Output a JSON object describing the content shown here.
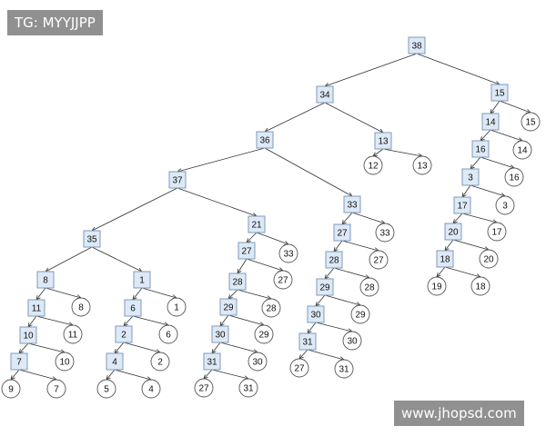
{
  "watermarks": {
    "top": "TG: MYYJJPP",
    "bottom": "www.jhopsd.com"
  },
  "colors": {
    "square_fill": "#dde9f6",
    "square_stroke": "#7f9bbb",
    "circle_fill": "#ffffff",
    "circle_stroke": "#555555",
    "edge": "#333333"
  },
  "tree": {
    "nodes": [
      {
        "id": "n38",
        "label": "38",
        "kind": "square"
      },
      {
        "id": "n34",
        "label": "34",
        "kind": "square"
      },
      {
        "id": "n15a",
        "label": "15",
        "kind": "square"
      },
      {
        "id": "n36",
        "label": "36",
        "kind": "square"
      },
      {
        "id": "n13a",
        "label": "13",
        "kind": "square"
      },
      {
        "id": "c12",
        "label": "12",
        "kind": "circle"
      },
      {
        "id": "c13",
        "label": "13",
        "kind": "circle"
      },
      {
        "id": "n37",
        "label": "37",
        "kind": "square"
      },
      {
        "id": "n33a",
        "label": "33",
        "kind": "square"
      },
      {
        "id": "n35",
        "label": "35",
        "kind": "square"
      },
      {
        "id": "n21",
        "label": "21",
        "kind": "square"
      },
      {
        "id": "c33a",
        "label": "33",
        "kind": "circle"
      },
      {
        "id": "n27a",
        "label": "27",
        "kind": "square"
      },
      {
        "id": "c27a",
        "label": "27",
        "kind": "circle"
      },
      {
        "id": "n28a",
        "label": "28",
        "kind": "square"
      },
      {
        "id": "c28a",
        "label": "28",
        "kind": "circle"
      },
      {
        "id": "n29a",
        "label": "29",
        "kind": "square"
      },
      {
        "id": "c29a",
        "label": "29",
        "kind": "circle"
      },
      {
        "id": "n30a",
        "label": "30",
        "kind": "square"
      },
      {
        "id": "c30a",
        "label": "30",
        "kind": "circle"
      },
      {
        "id": "n31a",
        "label": "31",
        "kind": "square"
      },
      {
        "id": "c27b",
        "label": "27",
        "kind": "circle"
      },
      {
        "id": "c31a",
        "label": "31",
        "kind": "circle"
      },
      {
        "id": "n33b",
        "label": "33",
        "kind": "square"
      },
      {
        "id": "c33b",
        "label": "33",
        "kind": "circle"
      },
      {
        "id": "n27b",
        "label": "27",
        "kind": "square"
      },
      {
        "id": "c27c",
        "label": "27",
        "kind": "circle"
      },
      {
        "id": "n28b",
        "label": "28",
        "kind": "square"
      },
      {
        "id": "c28b",
        "label": "28",
        "kind": "circle"
      },
      {
        "id": "n29b",
        "label": "29",
        "kind": "square"
      },
      {
        "id": "c29b",
        "label": "29",
        "kind": "circle"
      },
      {
        "id": "n30b",
        "label": "30",
        "kind": "square"
      },
      {
        "id": "c30b",
        "label": "30",
        "kind": "circle"
      },
      {
        "id": "n31b",
        "label": "31",
        "kind": "square"
      },
      {
        "id": "c27d",
        "label": "27",
        "kind": "circle"
      },
      {
        "id": "c31b",
        "label": "31",
        "kind": "circle"
      },
      {
        "id": "n8",
        "label": "8",
        "kind": "square"
      },
      {
        "id": "c8",
        "label": "8",
        "kind": "circle"
      },
      {
        "id": "n11",
        "label": "11",
        "kind": "square"
      },
      {
        "id": "c11",
        "label": "11",
        "kind": "circle"
      },
      {
        "id": "n10",
        "label": "10",
        "kind": "square"
      },
      {
        "id": "c10",
        "label": "10",
        "kind": "circle"
      },
      {
        "id": "n7",
        "label": "7",
        "kind": "square"
      },
      {
        "id": "c9",
        "label": "9",
        "kind": "circle"
      },
      {
        "id": "c7",
        "label": "7",
        "kind": "circle"
      },
      {
        "id": "n1",
        "label": "1",
        "kind": "square"
      },
      {
        "id": "c1",
        "label": "1",
        "kind": "circle"
      },
      {
        "id": "n6",
        "label": "6",
        "kind": "square"
      },
      {
        "id": "c6",
        "label": "6",
        "kind": "circle"
      },
      {
        "id": "n2",
        "label": "2",
        "kind": "square"
      },
      {
        "id": "c2",
        "label": "2",
        "kind": "circle"
      },
      {
        "id": "n4",
        "label": "4",
        "kind": "square"
      },
      {
        "id": "c5",
        "label": "5",
        "kind": "circle"
      },
      {
        "id": "c4",
        "label": "4",
        "kind": "circle"
      },
      {
        "id": "n14",
        "label": "14",
        "kind": "square"
      },
      {
        "id": "c15",
        "label": "15",
        "kind": "circle"
      },
      {
        "id": "n16",
        "label": "16",
        "kind": "square"
      },
      {
        "id": "c14",
        "label": "14",
        "kind": "circle"
      },
      {
        "id": "n3",
        "label": "3",
        "kind": "square"
      },
      {
        "id": "c16",
        "label": "16",
        "kind": "circle"
      },
      {
        "id": "n17",
        "label": "17",
        "kind": "square"
      },
      {
        "id": "c3",
        "label": "3",
        "kind": "circle"
      },
      {
        "id": "n20",
        "label": "20",
        "kind": "square"
      },
      {
        "id": "c17",
        "label": "17",
        "kind": "circle"
      },
      {
        "id": "n18",
        "label": "18",
        "kind": "square"
      },
      {
        "id": "c20",
        "label": "20",
        "kind": "circle"
      },
      {
        "id": "c19",
        "label": "19",
        "kind": "circle"
      },
      {
        "id": "c18",
        "label": "18",
        "kind": "circle"
      }
    ],
    "edges": [
      [
        "n38",
        "n34"
      ],
      [
        "n38",
        "n15a"
      ],
      [
        "n34",
        "n36"
      ],
      [
        "n34",
        "n13a"
      ],
      [
        "n13a",
        "c12"
      ],
      [
        "n13a",
        "c13"
      ],
      [
        "n36",
        "n37"
      ],
      [
        "n36",
        "n33b"
      ],
      [
        "n37",
        "n35"
      ],
      [
        "n37",
        "n21"
      ],
      [
        "n35",
        "n8"
      ],
      [
        "n35",
        "n1"
      ],
      [
        "n8",
        "n11"
      ],
      [
        "n8",
        "c8"
      ],
      [
        "n11",
        "n10"
      ],
      [
        "n11",
        "c11"
      ],
      [
        "n10",
        "n7"
      ],
      [
        "n10",
        "c10"
      ],
      [
        "n7",
        "c9"
      ],
      [
        "n7",
        "c7"
      ],
      [
        "n1",
        "n6"
      ],
      [
        "n1",
        "c1"
      ],
      [
        "n6",
        "n2"
      ],
      [
        "n6",
        "c6"
      ],
      [
        "n2",
        "n4"
      ],
      [
        "n2",
        "c2"
      ],
      [
        "n4",
        "c5"
      ],
      [
        "n4",
        "c4"
      ],
      [
        "n21",
        "n27a"
      ],
      [
        "n21",
        "c33a"
      ],
      [
        "n27a",
        "n28a"
      ],
      [
        "n27a",
        "c27a"
      ],
      [
        "n28a",
        "n29a"
      ],
      [
        "n28a",
        "c28a"
      ],
      [
        "n29a",
        "n30a"
      ],
      [
        "n29a",
        "c29a"
      ],
      [
        "n30a",
        "n31a"
      ],
      [
        "n30a",
        "c30a"
      ],
      [
        "n31a",
        "c27b"
      ],
      [
        "n31a",
        "c31a"
      ],
      [
        "n33b",
        "n27b"
      ],
      [
        "n33b",
        "c33b"
      ],
      [
        "n27b",
        "n28b"
      ],
      [
        "n27b",
        "c27c"
      ],
      [
        "n28b",
        "n29b"
      ],
      [
        "n28b",
        "c28b"
      ],
      [
        "n29b",
        "n30b"
      ],
      [
        "n29b",
        "c29b"
      ],
      [
        "n30b",
        "n31b"
      ],
      [
        "n30b",
        "c30b"
      ],
      [
        "n31b",
        "c27d"
      ],
      [
        "n31b",
        "c31b"
      ],
      [
        "n15a",
        "n14"
      ],
      [
        "n15a",
        "c15"
      ],
      [
        "n14",
        "n16"
      ],
      [
        "n14",
        "c14"
      ],
      [
        "n16",
        "n3"
      ],
      [
        "n16",
        "c16"
      ],
      [
        "n3",
        "n17"
      ],
      [
        "n3",
        "c3"
      ],
      [
        "n17",
        "n20"
      ],
      [
        "n17",
        "c17"
      ],
      [
        "n20",
        "n18"
      ],
      [
        "n20",
        "c20"
      ],
      [
        "n18",
        "c19"
      ],
      [
        "n18",
        "c18"
      ]
    ]
  }
}
